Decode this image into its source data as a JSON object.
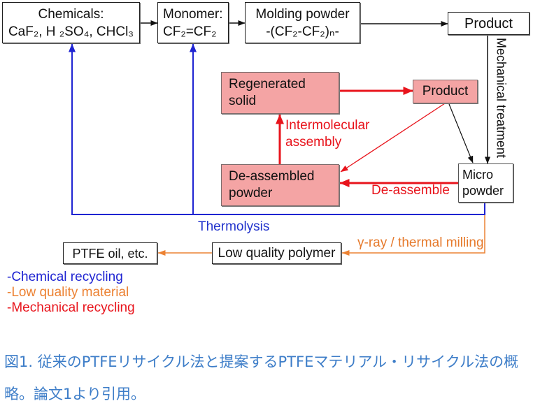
{
  "diagram": {
    "chemicals": {
      "line1": "Chemicals:",
      "line2": "CaF₂, H ₂SO₄, CHCl₃"
    },
    "monomer": {
      "line1": "Monomer:",
      "line2": "CF₂=CF₂"
    },
    "molding_powder": {
      "line1": "Molding powder",
      "line2": "-(CF₂-CF₂)ₙ-"
    },
    "product_top": "Product",
    "regenerated_solid": {
      "line1": "Regenerated",
      "line2": "solid"
    },
    "product_middle": "Product",
    "de_assembled_powder": {
      "line1": "De-assembled",
      "line2": "powder"
    },
    "micro_powder": {
      "line1": "Micro",
      "line2": "powder"
    },
    "ptfe_oil": "PTFE oil, etc.",
    "low_quality_polymer": "Low quality polymer",
    "mechanical_treatment": "Mechanical treatment",
    "intermolecular_assembly": {
      "line1": "Intermolecular",
      "line2": "assembly"
    },
    "de_assemble": "De-assemble",
    "thermolysis": "Thermolysis",
    "gamma_ray_thermal_milling": "γ-ray / thermal milling"
  },
  "legend": [
    {
      "label": "-Chemical recycling",
      "color": "#1f24d2"
    },
    {
      "label": "-Low quality material",
      "color": "#ec8233"
    },
    {
      "label": "-Mechanical recycling",
      "color": "#e8141c"
    }
  ],
  "caption": {
    "line1": "図1. 従来のPTFEリサイクル法と提案するPTFEマテリアル・リサイクル法の概",
    "line2": "略。論文1より引用。"
  },
  "colors": {
    "chemical_recycling": "#1f24d2",
    "low_quality_material": "#ec8233",
    "mechanical_recycling": "#e8141c",
    "regenerated_box_fill": "#f4a4a4",
    "caption": "#3d7dc8"
  }
}
